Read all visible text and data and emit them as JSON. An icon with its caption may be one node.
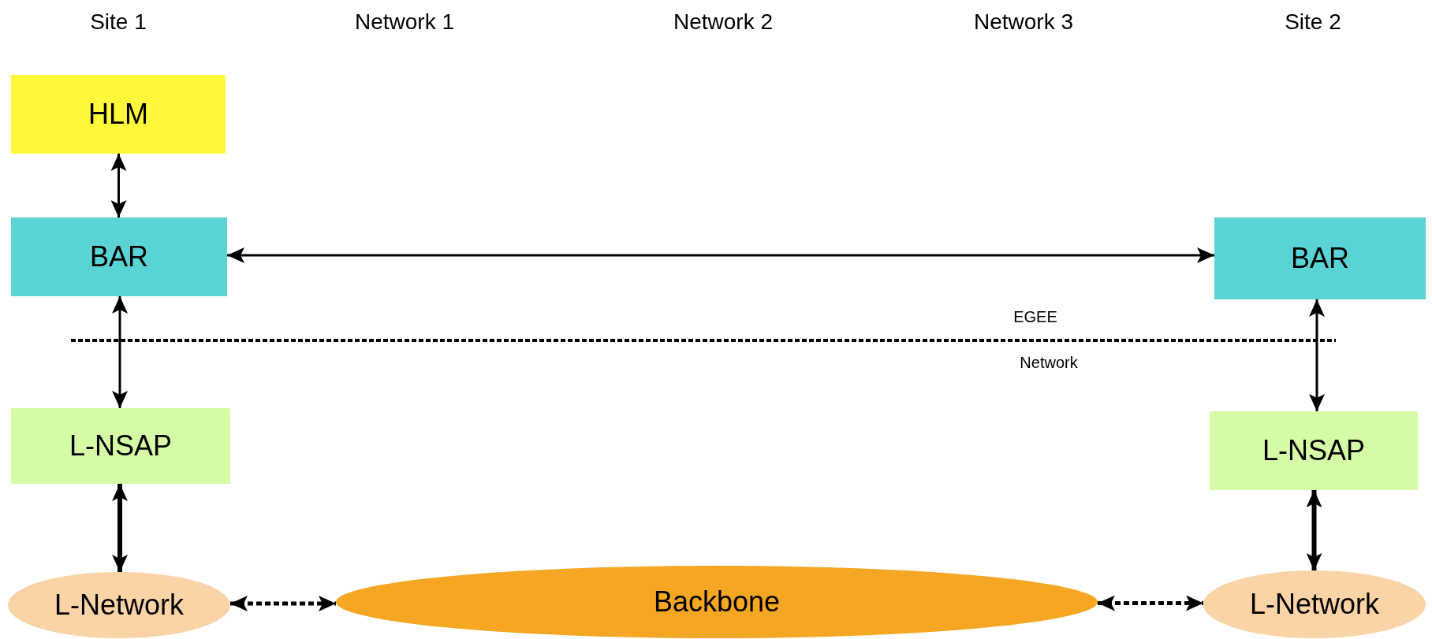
{
  "diagram": {
    "nodes": [
      {
        "text": [
          "HLM"
        ]
      },
      {
        "text": [
          "BAR"
        ]
      },
      {
        "text": [
          "BAR"
        ]
      },
      {
        "text": [
          "L-NSAP"
        ]
      },
      {
        "text": [
          "L-NSAP"
        ]
      },
      {
        "text": [
          "L-Network"
        ]
      },
      {
        "text": [
          "Backbone"
        ]
      },
      {
        "text": [
          "L-Network"
        ]
      }
    ],
    "edges": [
      {
        "from": 0,
        "to": 1,
        "arrow": "both"
      },
      {
        "from": 1,
        "to": 2,
        "arrow": "both"
      },
      {
        "from": 1,
        "to": 3,
        "arrow": "both"
      },
      {
        "from": 2,
        "to": 4,
        "arrow": "both"
      },
      {
        "from": 3,
        "to": 5,
        "arrow": "both",
        "style": "thick"
      },
      {
        "from": 4,
        "to": 7,
        "arrow": "both",
        "style": "thick"
      },
      {
        "from": 5,
        "to": 6,
        "arrow": "both",
        "style": "dashed"
      },
      {
        "from": 6,
        "to": 7,
        "arrow": "both",
        "style": "dashed"
      }
    ],
    "labels": [
      "Site 1",
      "Network 1",
      "Network 2",
      "Network 3",
      "Site 2",
      "EGEE",
      "Network"
    ]
  }
}
